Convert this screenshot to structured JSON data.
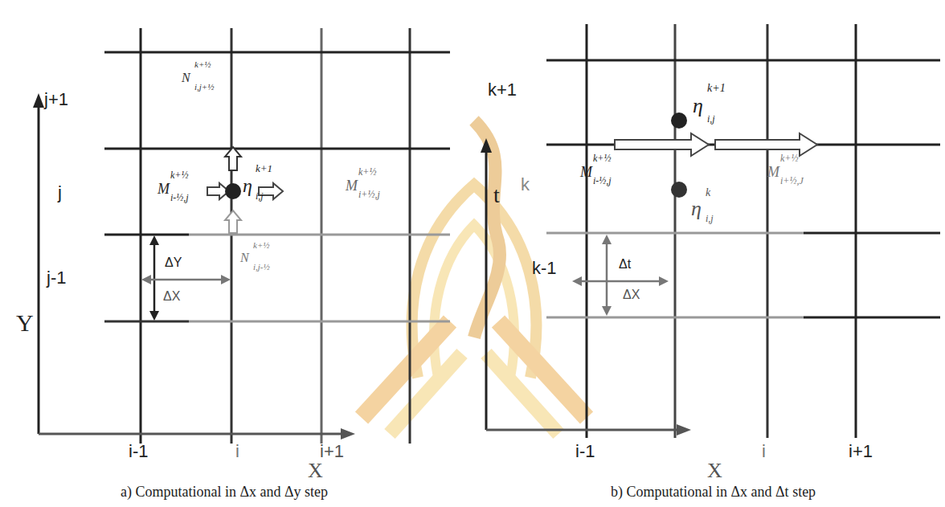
{
  "diagram": {
    "labels": [
      "j+1",
      "j",
      "j-1",
      "Y",
      "ΔY",
      "ΔX",
      "i-1",
      "i",
      "i+1",
      "X",
      "M",
      "k+½",
      "i-½,j",
      "η",
      "k+1",
      "i,j",
      "M",
      "k+½",
      "i+½,j",
      "N",
      "k+½",
      "i,j+½",
      "N",
      "k+½",
      "i,j-½",
      "a) Computational in Δx and Δy step",
      "k+1",
      "k",
      "k-1",
      "t",
      "Δt",
      "ΔX",
      "i-1",
      "i",
      "i+1",
      "X",
      "η",
      "k+1",
      "i,j",
      "η",
      "k",
      "i,j",
      "M",
      "k+½",
      "i-½,j",
      "M",
      "k+½",
      "i+½,J",
      "b) Computational in Δx and Δt step"
    ]
  }
}
